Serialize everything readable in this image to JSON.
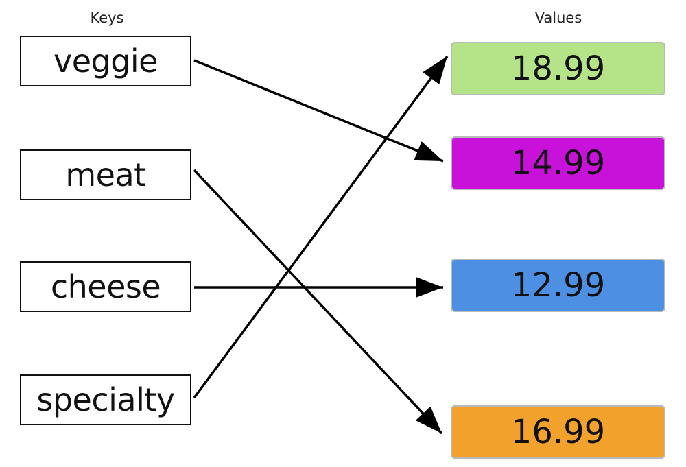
{
  "headers": {
    "keys": "Keys",
    "values": "Values"
  },
  "keys": [
    {
      "id": "veggie",
      "label": "veggie"
    },
    {
      "id": "meat",
      "label": "meat"
    },
    {
      "id": "cheese",
      "label": "cheese"
    },
    {
      "id": "specialty",
      "label": "specialty"
    }
  ],
  "values": [
    {
      "id": "v1",
      "label": "18.99",
      "color": "#b5e488"
    },
    {
      "id": "v2",
      "label": "14.99",
      "color": "#c812d9"
    },
    {
      "id": "v3",
      "label": "12.99",
      "color": "#4d90e3"
    },
    {
      "id": "v4",
      "label": "16.99",
      "color": "#f2a22c"
    }
  ],
  "mappings": [
    {
      "from": "veggie",
      "to": "v2"
    },
    {
      "from": "meat",
      "to": "v4"
    },
    {
      "from": "cheese",
      "to": "v3"
    },
    {
      "from": "specialty",
      "to": "v1"
    }
  ]
}
